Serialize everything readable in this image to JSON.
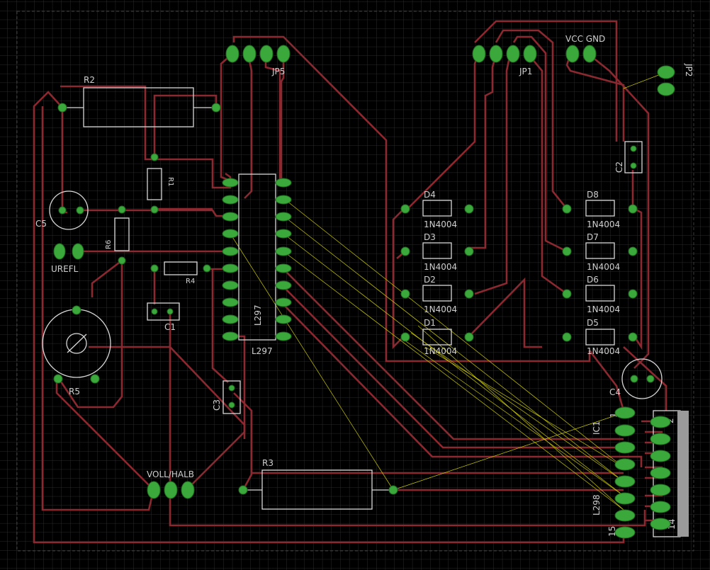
{
  "board": {
    "background": "#000000",
    "grid_color": "#2a2a2a",
    "trace_color": "#8b2830",
    "airwire_color": "#c9c900",
    "pad_color": "#3aa83a",
    "silkscreen_color": "#d8d8d8"
  },
  "labels": {
    "r2": "R2",
    "r1": "R1",
    "r6": "R6",
    "r4": "R4",
    "r3": "R3",
    "r5": "R5",
    "c5": "C5",
    "c1": "C1",
    "c2": "C2",
    "c3": "C3",
    "c4": "C4",
    "urefl": "UREFL",
    "jp5": "JP5",
    "jp1": "JP1",
    "jp2": "JP2",
    "vcc_gnd": "VCC GND",
    "l297_body": "L297",
    "l297_name": "L297",
    "voll_halb": "VOLL/HALB",
    "d1": "D1",
    "d2": "D2",
    "d3": "D3",
    "d4": "D4",
    "d5": "D5",
    "d6": "D6",
    "d7": "D7",
    "d8": "D8",
    "diode_value": "1N4004",
    "ic1": "IC1",
    "l298": "L298",
    "pin1": "1",
    "pin15": "15",
    "pin2": "2",
    "pin14": "14"
  }
}
